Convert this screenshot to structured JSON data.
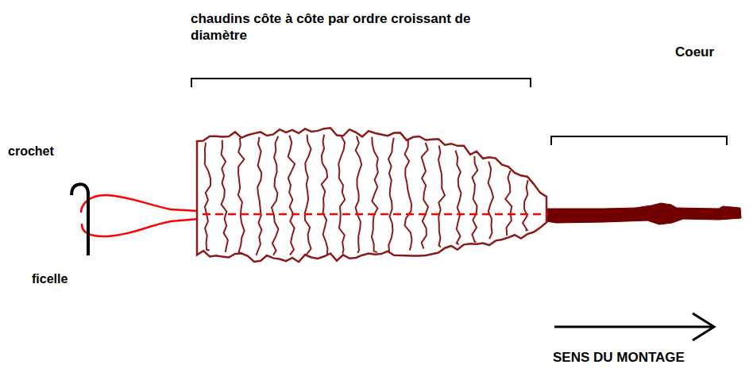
{
  "diagram": {
    "labels": [
      "chaudins côte à côte par ordre croissant de diamètre",
      "Coeur",
      "crochet",
      "ficelle",
      "SENS DU MONTAGE"
    ]
  }
}
